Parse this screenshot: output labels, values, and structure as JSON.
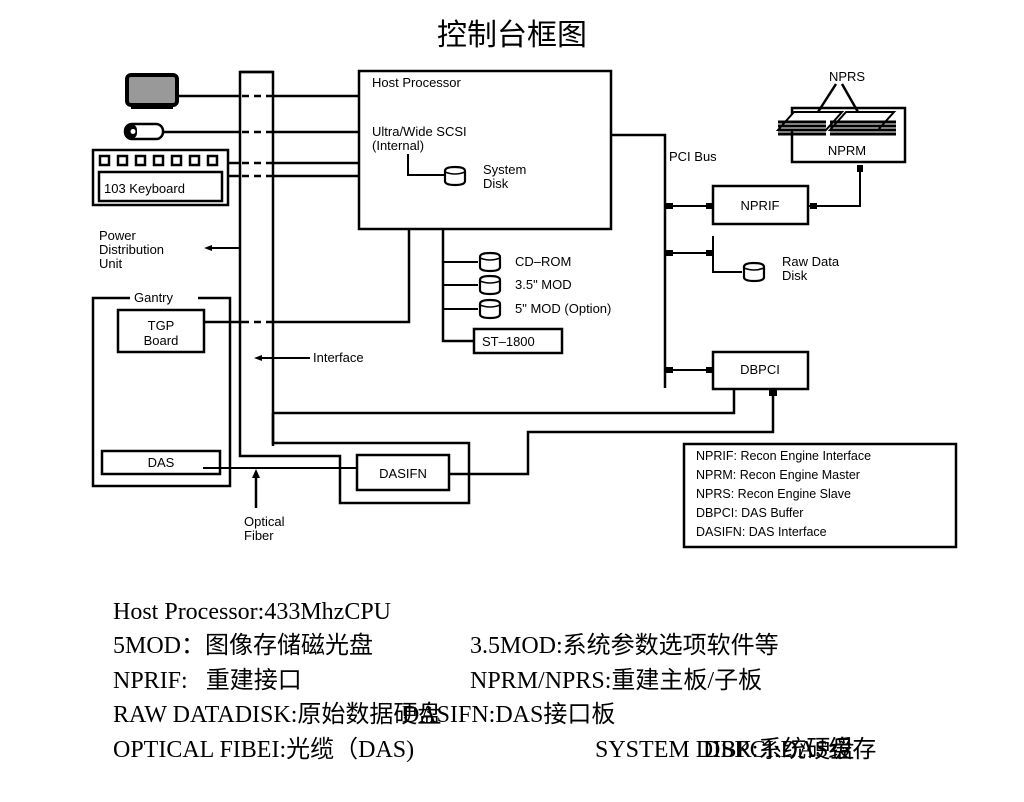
{
  "title": "控制台框图",
  "diagram": {
    "host_processor": "Host Processor",
    "scsi_line1": "Ultra/Wide SCSI",
    "scsi_line2": "(Internal)",
    "system_disk_line1": "System",
    "system_disk_line2": "Disk",
    "keyboard": "103 Keyboard",
    "power_line1": "Power",
    "power_line2": "Distribution",
    "power_line3": "Unit",
    "gantry": "Gantry",
    "tgp_line1": "TGP",
    "tgp_line2": "Board",
    "interface": "Interface",
    "das": "DAS",
    "dasifn": "DASIFN",
    "optical_line1": "Optical",
    "optical_line2": "Fiber",
    "cdrom": "CD–ROM",
    "mod35": "3.5\" MOD",
    "mod5": "5\" MOD (Option)",
    "st1800": "ST–1800",
    "pci_bus": "PCI Bus",
    "nprif": "NPRIF",
    "nprs": "NPRS",
    "nprm": "NPRM",
    "raw_line1": "Raw Data",
    "raw_line2": "Disk",
    "dbpci": "DBPCI",
    "legend": [
      "NPRIF: Recon Engine Interface",
      "NPRM: Recon Engine Master",
      "NPRS: Recon Engine Slave",
      "DBPCI: DAS Buffer",
      "DASIFN: DAS Interface"
    ]
  },
  "notes": {
    "r1a": "Host Processor:433MhzCPU",
    "r1b": "3.5MOD:系统参数选项软件等",
    "r2a": "5MOD：图像存储磁光盘",
    "r2b": "NPRM/NPRS:重建主板/子板",
    "r3a": "NPRIF:   重建接口",
    "r3b": "DASIFN:DAS接口板",
    "r3c": "DBPCI:DAS缓存",
    "r4a": "RAW DATADISK:原始数据硬盘",
    "r4b": "SYSTEM DISK:系统硬盘",
    "r5a": "OPTICAL FIBEI:光缆（DAS)"
  }
}
